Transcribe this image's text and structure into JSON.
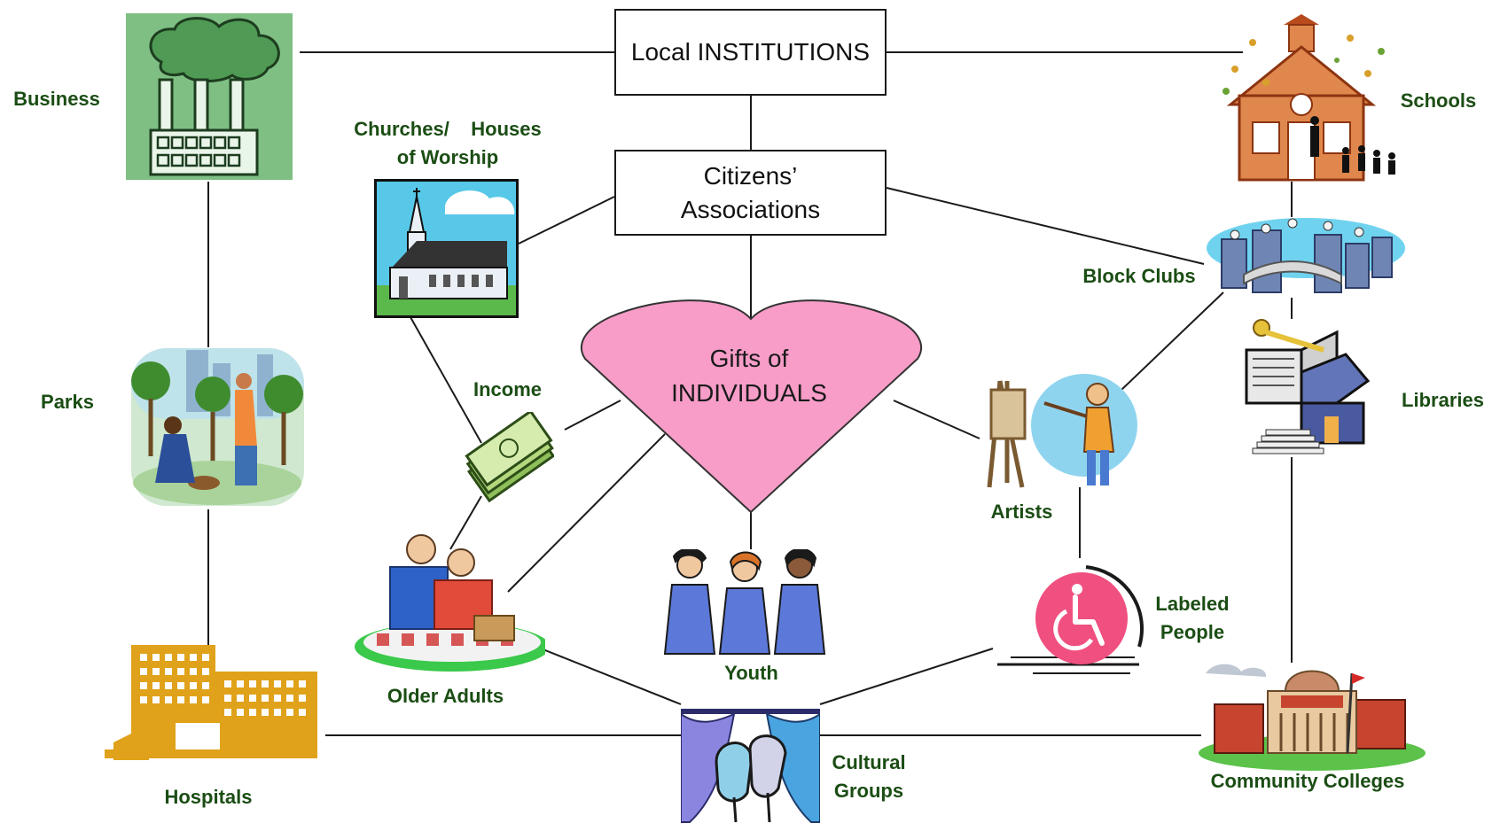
{
  "diagram": {
    "boxes": {
      "institutions": "Local INSTITUTIONS",
      "associations_line1": "Citizens’",
      "associations_line2": "Associations"
    },
    "heart": {
      "line1": "Gifts of",
      "line2": "INDIVIDUALS",
      "color": "#f79dc8"
    },
    "labels": {
      "business": "Business",
      "schools": "Schools",
      "churches_line1": "Churches/    Houses",
      "churches_line2": "of Worship",
      "block_clubs": "Block Clubs",
      "libraries": "Libraries",
      "parks": "Parks",
      "income": "Income",
      "artists": "Artists",
      "older_adults": "Older Adults",
      "youth": "Youth",
      "labeled_line1": "Labeled",
      "labeled_line2": "People",
      "hospitals": "Hospitals",
      "cultural_line1": "Cultural",
      "cultural_line2": "Groups",
      "community_colleges": "Community Colleges"
    },
    "colors": {
      "label_text": "#1b4d14",
      "connector": "#1a1a1a",
      "accessibility_badge": "#f0507f"
    },
    "icons": [
      "factory-icon",
      "schoolhouse-icon",
      "church-icon",
      "block-clubs-icon",
      "library-icon",
      "park-icon",
      "money-icon",
      "artist-icon",
      "older-adults-icon",
      "youth-icon",
      "wheelchair-icon",
      "hospital-icon",
      "theater-masks-icon",
      "college-icon"
    ]
  }
}
